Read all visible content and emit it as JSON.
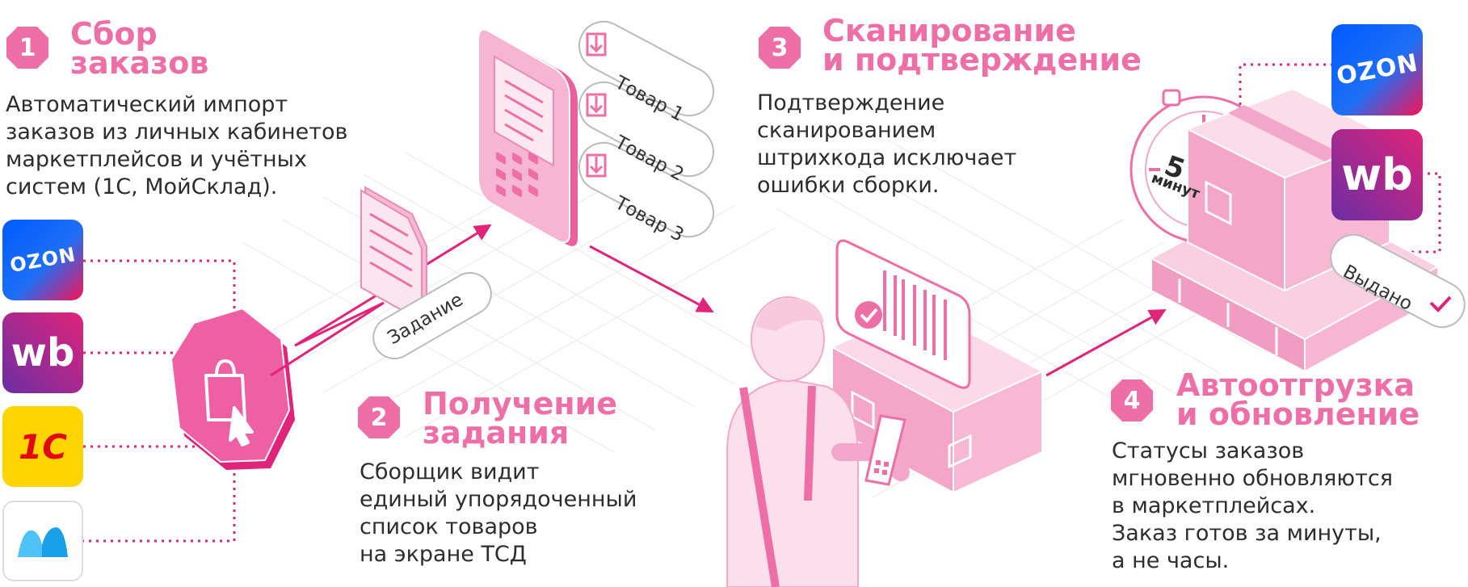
{
  "steps": [
    {
      "number": "1",
      "title_lines": [
        "Сбор",
        "заказов"
      ],
      "desc_lines": [
        "Автоматический импорт",
        "заказов из личных кабинетов",
        "маркетплейсов и учётных",
        "систем (1С, МойСклад)."
      ]
    },
    {
      "number": "2",
      "title_lines": [
        "Получение",
        "задания"
      ],
      "desc_lines": [
        "Сборщик видит",
        "единый упорядоченный",
        "список товаров",
        "на экране ТСД"
      ]
    },
    {
      "number": "3",
      "title_lines": [
        "Сканирование",
        "и подтверждение"
      ],
      "desc_lines": [
        "Подтверждение",
        "сканированием",
        "штрихкода исключает",
        "ошибки сборки."
      ]
    },
    {
      "number": "4",
      "title_lines": [
        "Автоотгрузка",
        "и обновление"
      ],
      "desc_lines": [
        "Статусы заказов",
        "мгновенно обновляются",
        "в маркетплейсах.",
        "Заказ готов за минуты,",
        "а не часы."
      ]
    }
  ],
  "sources": [
    {
      "name": "ozon",
      "label": "OZON",
      "color": "#005bff"
    },
    {
      "name": "wildberries",
      "label": "wb",
      "color": "#a12c8f"
    },
    {
      "name": "1c",
      "label": "1С",
      "color": "#ffd500"
    },
    {
      "name": "moysklad",
      "label": "",
      "color": "#ffffff"
    }
  ],
  "destinations": [
    {
      "name": "ozon",
      "label": "OZON",
      "color": "#005bff"
    },
    {
      "name": "wildberries",
      "label": "wb",
      "color": "#a12c8f"
    }
  ],
  "task_label": "Задание",
  "items": [
    "Товар 1",
    "Товар 2",
    "Товар 3"
  ],
  "timer": {
    "value": "5",
    "unit": "минут"
  },
  "issued_label": "Выдано",
  "icons": {
    "hub": "shopping-bag-cursor-icon",
    "check": "check-icon",
    "download": "download-icon"
  },
  "colors": {
    "accent": "#ee6fa7",
    "accent_dark": "#e0247a",
    "light_pink": "#f9cfe2",
    "text": "#2d2d2d"
  }
}
